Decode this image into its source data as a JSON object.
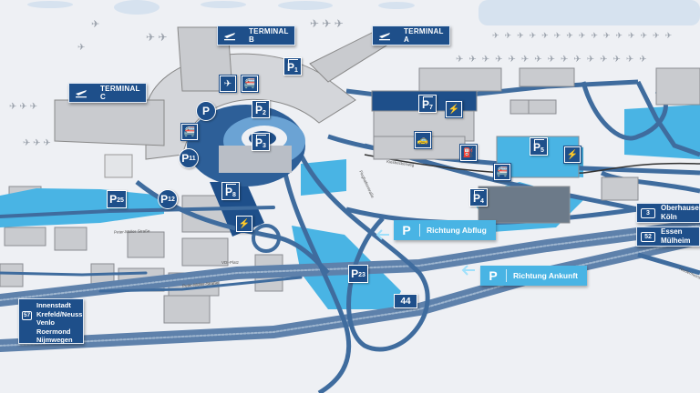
{
  "map": {
    "colors": {
      "background": "#eef0f4",
      "road": "#3f6c9e",
      "parking_area": "#49b4e4",
      "sign_blue": "#1e4f8a",
      "building": "#c9cbcf",
      "apron_ice": "#d8e4f0"
    },
    "terminals": [
      {
        "id": "terminal-a",
        "label": "TERMINAL A",
        "icon": "plane-departure-icon"
      },
      {
        "id": "terminal-b",
        "label": "TERMINAL B",
        "icon": "plane-departure-icon"
      },
      {
        "id": "terminal-c",
        "label": "TERMINAL C",
        "icon": "plane-departure-icon"
      }
    ],
    "parking": [
      {
        "id": "p1",
        "letter": "P",
        "num": "1",
        "style": "garage"
      },
      {
        "id": "p2",
        "letter": "P",
        "num": "2",
        "style": "garage"
      },
      {
        "id": "p3",
        "letter": "P",
        "num": "3",
        "style": "garage"
      },
      {
        "id": "p4",
        "letter": "P",
        "num": "4",
        "style": "garage"
      },
      {
        "id": "p5",
        "letter": "P",
        "num": "5",
        "style": "garage"
      },
      {
        "id": "p7",
        "letter": "P",
        "num": "7",
        "style": "garage"
      },
      {
        "id": "p8",
        "letter": "P",
        "num": "8",
        "style": "garage"
      },
      {
        "id": "p11",
        "letter": "P",
        "num": "11",
        "style": "circle"
      },
      {
        "id": "p12",
        "letter": "P",
        "num": "12",
        "style": "circle"
      },
      {
        "id": "p23",
        "letter": "P",
        "num": "23",
        "style": "lot"
      },
      {
        "id": "p25",
        "letter": "P",
        "num": "25",
        "style": "lot"
      },
      {
        "id": "p-general",
        "letter": "P",
        "num": "",
        "style": "circle"
      }
    ],
    "service_icons": [
      {
        "id": "arrivals",
        "icon": "plane-arrival-icon"
      },
      {
        "id": "skytrain-1",
        "icon": "skytrain-icon"
      },
      {
        "id": "skytrain-2",
        "icon": "skytrain-icon"
      },
      {
        "id": "skytrain-3",
        "icon": "skytrain-icon"
      },
      {
        "id": "ev-charging-1",
        "icon": "ev-charging-icon"
      },
      {
        "id": "ev-charging-2",
        "icon": "ev-charging-icon"
      },
      {
        "id": "ev-charging-3",
        "icon": "ev-charging-icon"
      },
      {
        "id": "gas-station",
        "icon": "fuel-pump-icon"
      },
      {
        "id": "taxi",
        "icon": "taxi-icon"
      }
    ],
    "directions": [
      {
        "id": "departure",
        "letter": "P",
        "label": "Richtung Abflug"
      },
      {
        "id": "arrival",
        "letter": "P",
        "label": "Richtung Ankunft"
      }
    ],
    "highways": {
      "east": [
        {
          "number": "3",
          "lines": [
            "Oberhausen",
            "Köln"
          ]
        },
        {
          "number": "52",
          "lines": [
            "Essen",
            "Mülheim"
          ]
        }
      ],
      "west": {
        "number": "57",
        "lines": [
          "Innenstadt",
          "Krefeld/Neuss",
          "Venlo",
          "Roermond",
          "Nijmwegen"
        ]
      },
      "a44": "44"
    },
    "streets": [
      "Peter-Müller-Straße",
      "Peter-Müller-Straße",
      "Flughafenstraße",
      "VDI-Platz",
      "Kiesheckerweg",
      "Niederrheinstraße"
    ]
  }
}
